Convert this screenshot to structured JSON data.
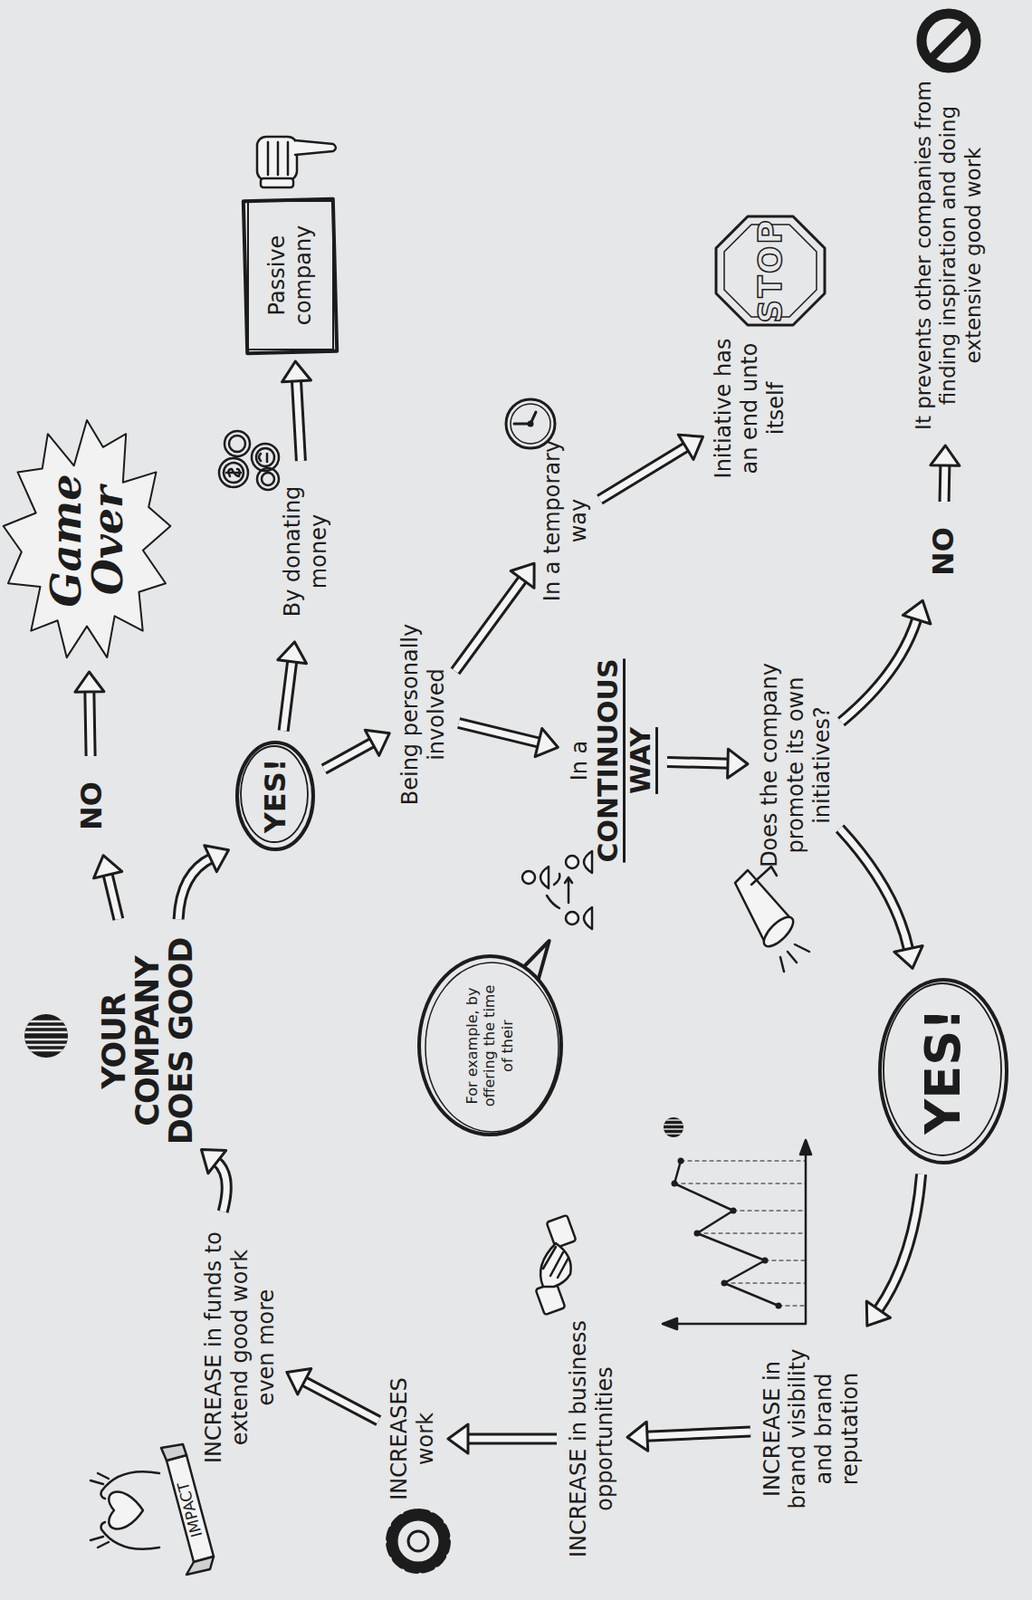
{
  "diagram": {
    "nodes": [
      {
        "text": [
          "YOUR COMPANY DOES GOOD"
        ]
      },
      {
        "text": [
          "NO"
        ]
      },
      {
        "text": [
          "Game Over"
        ]
      },
      {
        "text": [
          "YES!"
        ]
      },
      {
        "text": [
          "By donating money"
        ]
      },
      {
        "text": [
          "Passive company"
        ]
      },
      {
        "text": [
          "Being personally involved"
        ]
      },
      {
        "text": [
          "In a temporary way"
        ]
      },
      {
        "text": [
          "Initiative has an end unto itself"
        ]
      },
      {
        "text": [
          "In a",
          "CONTINUOUS WAY"
        ]
      },
      {
        "text": [
          "Does the company promote its own initiatives?"
        ]
      },
      {
        "text": [
          "NO"
        ]
      },
      {
        "text": [
          "It prevents other companies from finding inspiration and doing extensive good work"
        ]
      },
      {
        "text": [
          "YES!"
        ]
      },
      {
        "text": [
          "INCREASE in brand visibility and brand reputation"
        ]
      },
      {
        "text": [
          "INCREASE in business opportunities"
        ]
      },
      {
        "text": [
          "INCREASES work"
        ]
      },
      {
        "text": [
          "INCREASE in funds to extend good work even more"
        ]
      },
      {
        "text": [
          "For example, by offering the time of their"
        ]
      }
    ],
    "edges": [
      {
        "from": 0,
        "to": 1,
        "arrow": "to"
      },
      {
        "from": 1,
        "to": 2,
        "arrow": "to"
      },
      {
        "from": 0,
        "to": 3,
        "arrow": "to"
      },
      {
        "from": 3,
        "to": 4,
        "arrow": "to"
      },
      {
        "from": 4,
        "to": 5,
        "arrow": "to"
      },
      {
        "from": 3,
        "to": 6,
        "arrow": "to"
      },
      {
        "from": 6,
        "to": 7,
        "arrow": "to"
      },
      {
        "from": 7,
        "to": 8,
        "arrow": "to"
      },
      {
        "from": 6,
        "to": 9,
        "arrow": "to"
      },
      {
        "from": 9,
        "to": 10,
        "arrow": "to"
      },
      {
        "from": 10,
        "to": 11,
        "arrow": "to"
      },
      {
        "from": 11,
        "to": 12,
        "arrow": "to"
      },
      {
        "from": 10,
        "to": 13,
        "arrow": "to"
      },
      {
        "from": 13,
        "to": 14,
        "arrow": "to"
      },
      {
        "from": 14,
        "to": 15,
        "arrow": "to"
      },
      {
        "from": 15,
        "to": 16,
        "arrow": "to"
      },
      {
        "from": 16,
        "to": 17,
        "arrow": "to"
      },
      {
        "from": 17,
        "to": 0,
        "arrow": "to"
      }
    ],
    "labels": [
      "STOP",
      "IMPACT"
    ]
  }
}
